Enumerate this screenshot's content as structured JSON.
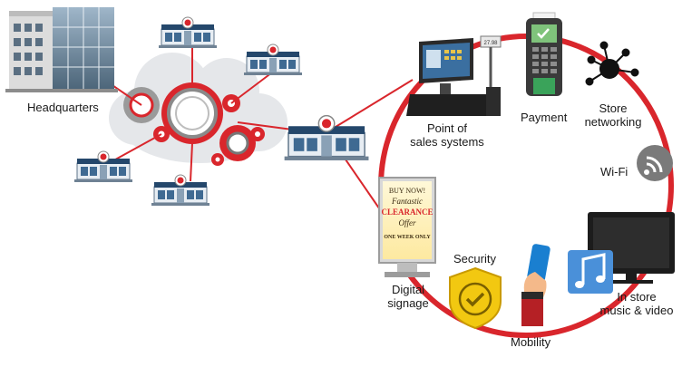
{
  "labels": {
    "headquarters": "Headquarters",
    "pos_line1": "Point of",
    "pos_line2": "sales systems",
    "payment": "Payment",
    "store_net_line1": "Store",
    "store_net_line2": "networking",
    "wifi": "Wi-Fi",
    "instore_line1": "In store",
    "instore_line2": "music & video",
    "mobility": "Mobility",
    "security": "Security",
    "signage_line1": "Digital",
    "signage_line2": "signage"
  },
  "signage_screen": {
    "line1": "BUY NOW!",
    "line2": "Fantastic",
    "line3": "CLEARANCE",
    "line4": "Offer",
    "line5": "ONE WEEK ONLY"
  },
  "pos_screen": {
    "price": "27.98"
  },
  "colors": {
    "ring_red": "#d9262c",
    "link_red": "#d9262c",
    "security_yellow": "#f2c811",
    "mobile_blue": "#1a7fd0",
    "monitor_black": "#1c1c1c",
    "wifi_gray": "#7a7a7a"
  }
}
